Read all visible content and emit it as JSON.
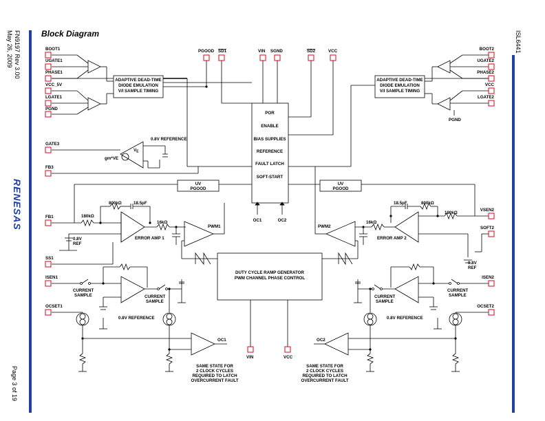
{
  "doc": {
    "fn": "FN9197",
    "rev": "Rev 3.00",
    "date": "May 26, 2009",
    "page": "Page 3 of 19",
    "part": "ISL6441",
    "logo": "RENESAS",
    "title": "Block Diagram"
  },
  "pins": {
    "boot1": "BOOT1",
    "ugate1": "UGATE1",
    "phase1": "PHASE1",
    "vcc5v": "VCC_5V",
    "lgate1": "LGATE1",
    "pgnd_l": "PGND",
    "gate3": "GATE3",
    "fb3": "FB3",
    "fb1": "FB1",
    "ss1": "SS1",
    "isen1": "ISEN1",
    "ocset1": "OCSET1",
    "pgood": "PGOOD",
    "sd1": "SD1",
    "vin_top": "VIN",
    "sgnd": "SGND",
    "sd2": "SD2",
    "vcc_top": "VCC",
    "boot2": "BOOT2",
    "ugate2": "UGATE2",
    "phase2": "PHASE2",
    "vcc_r": "VCC",
    "lgate2": "LGATE2",
    "pgnd_r": "PGND",
    "vsen2": "VSEN2",
    "soft2": "SOFT2",
    "isen2": "ISEN2",
    "ocset2": "OCSET2",
    "vin_bot": "VIN",
    "vcc_bot": "VCC",
    "oc1_pin": "OC1",
    "oc2_pin": "OC2"
  },
  "blocks": {
    "adaptive_left": [
      "ADAPTIVE DEAD-TIME",
      "DIODE EMULATION",
      "V/I SAMPLE TIMING"
    ],
    "adaptive_right": [
      "ADAPTIVE DEAD-TIME",
      "DIODE EMULATION",
      "V/I SAMPLE TIMING"
    ],
    "core": [
      "POR",
      "ENABLE",
      "BIAS SUPPLIES",
      "REFERENCE",
      "FAULT LATCH",
      "SOFT-START"
    ],
    "uv_left": [
      "UV",
      "PGOOD"
    ],
    "uv_right": [
      "UV",
      "PGOOD"
    ],
    "ramp": [
      "DUTY CYCLE RAMP GENERATOR",
      "PWM CHANNEL PHASE CONTROL"
    ]
  },
  "labels": {
    "oc1_core": "OC1",
    "oc2_core": "OC2",
    "ref08_top": "0.8V REFERENCE",
    "ve": "V",
    "ve_sub": "E",
    "gm": "gm*VE",
    "r800_l": "800kΩ",
    "c18_l": "18.5pF",
    "r180_l": "180kΩ",
    "r16_l": "16kΩ",
    "ref_l1": "0.8V",
    "ref_l2": "REF",
    "err1": "ERROR AMP 1",
    "pwm1": "PWM1",
    "r800_r": "800kΩ",
    "c18_r": "18.5pF",
    "r180_r": "180kΩ",
    "r16_r": "16kΩ",
    "ref_r1": "0.8V",
    "ref_r2": "REF",
    "err2": "ERROR AMP 2",
    "pwm2": "PWM2",
    "cs1a": [
      "CURRENT",
      "SAMPLE"
    ],
    "cs1b": [
      "CURRENT",
      "SAMPLE"
    ],
    "cs2a": [
      "CURRENT",
      "SAMPLE"
    ],
    "cs2b": [
      "CURRENT",
      "SAMPLE"
    ],
    "ref08_l": "0.8V REFERENCE",
    "ref08_r": "0.8V REFERENCE",
    "oc1_out": "OC1",
    "oc2_out": "OC2",
    "latch_l": [
      "SAME STATE FOR",
      "2 CLOCK CYCLES",
      "REQUIRED TO LATCH",
      "OVERCURRENT FAULT"
    ],
    "latch_r": [
      "SAME STATE FOR",
      "2 CLOCK CYCLES",
      "REQUIRED TO LATCH",
      "OVERCURRENT FAULT"
    ]
  },
  "colors": {
    "accent": "#1f3fa8",
    "pin_border": "#e0001a"
  }
}
